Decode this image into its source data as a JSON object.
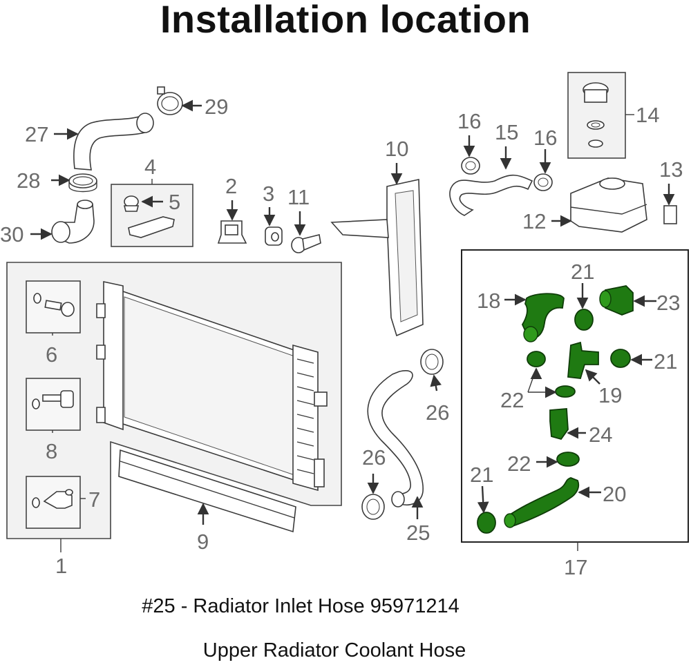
{
  "title": "Installation location",
  "caption": {
    "line1": "#25 - Radiator Inlet Hose 95971214",
    "line2": "Upper Radiator Coolant Hose"
  },
  "callouts": {
    "n1": "1",
    "n2": "2",
    "n3": "3",
    "n4": "4",
    "n5": "5",
    "n6": "6",
    "n7": "7",
    "n8": "8",
    "n9": "9",
    "n10": "10",
    "n11": "11",
    "n12": "12",
    "n13": "13",
    "n14": "14",
    "n15": "15",
    "n16a": "16",
    "n16b": "16",
    "n17": "17",
    "n18": "18",
    "n19": "19",
    "n20": "20",
    "n21a": "21",
    "n21b": "21",
    "n21c": "21",
    "n22a": "22",
    "n22b": "22",
    "n23": "23",
    "n24": "24",
    "n25": "25",
    "n26a": "26",
    "n26b": "26",
    "n27": "27",
    "n28": "28",
    "n29": "29",
    "n30": "30"
  },
  "colors": {
    "highlight_parts": "#1f7a12",
    "callout_text": "#6b6b6b",
    "inset_background": "#f2f2f2"
  }
}
